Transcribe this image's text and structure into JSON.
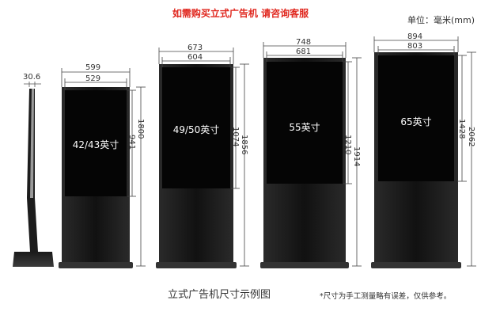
{
  "header": {
    "title": "如需购买立式广告机 请咨询客服",
    "unit": "单位：毫米(mm)"
  },
  "side_view": {
    "depth_label": "30.6"
  },
  "models": [
    {
      "size_label": "42/43英寸",
      "outer_width": "599",
      "screen_width": "529",
      "outer_height": "1800",
      "screen_height": "941"
    },
    {
      "size_label": "49/50英寸",
      "outer_width": "673",
      "screen_width": "604",
      "outer_height": "1856",
      "screen_height": "1074"
    },
    {
      "size_label": "55英寸",
      "outer_width": "748",
      "screen_width": "681",
      "outer_height": "1914",
      "screen_height": "1210"
    },
    {
      "size_label": "65英寸",
      "outer_width": "894",
      "screen_width": "803",
      "outer_height": "2062",
      "screen_height": "1428"
    }
  ],
  "footer": {
    "caption": "立式广告机尺寸示例图",
    "note": "*尺寸为手工测量略有误差，仅供参考。"
  },
  "colors": {
    "title": "#e0281f",
    "body": "#0d0d0d",
    "screen": "#050505"
  }
}
